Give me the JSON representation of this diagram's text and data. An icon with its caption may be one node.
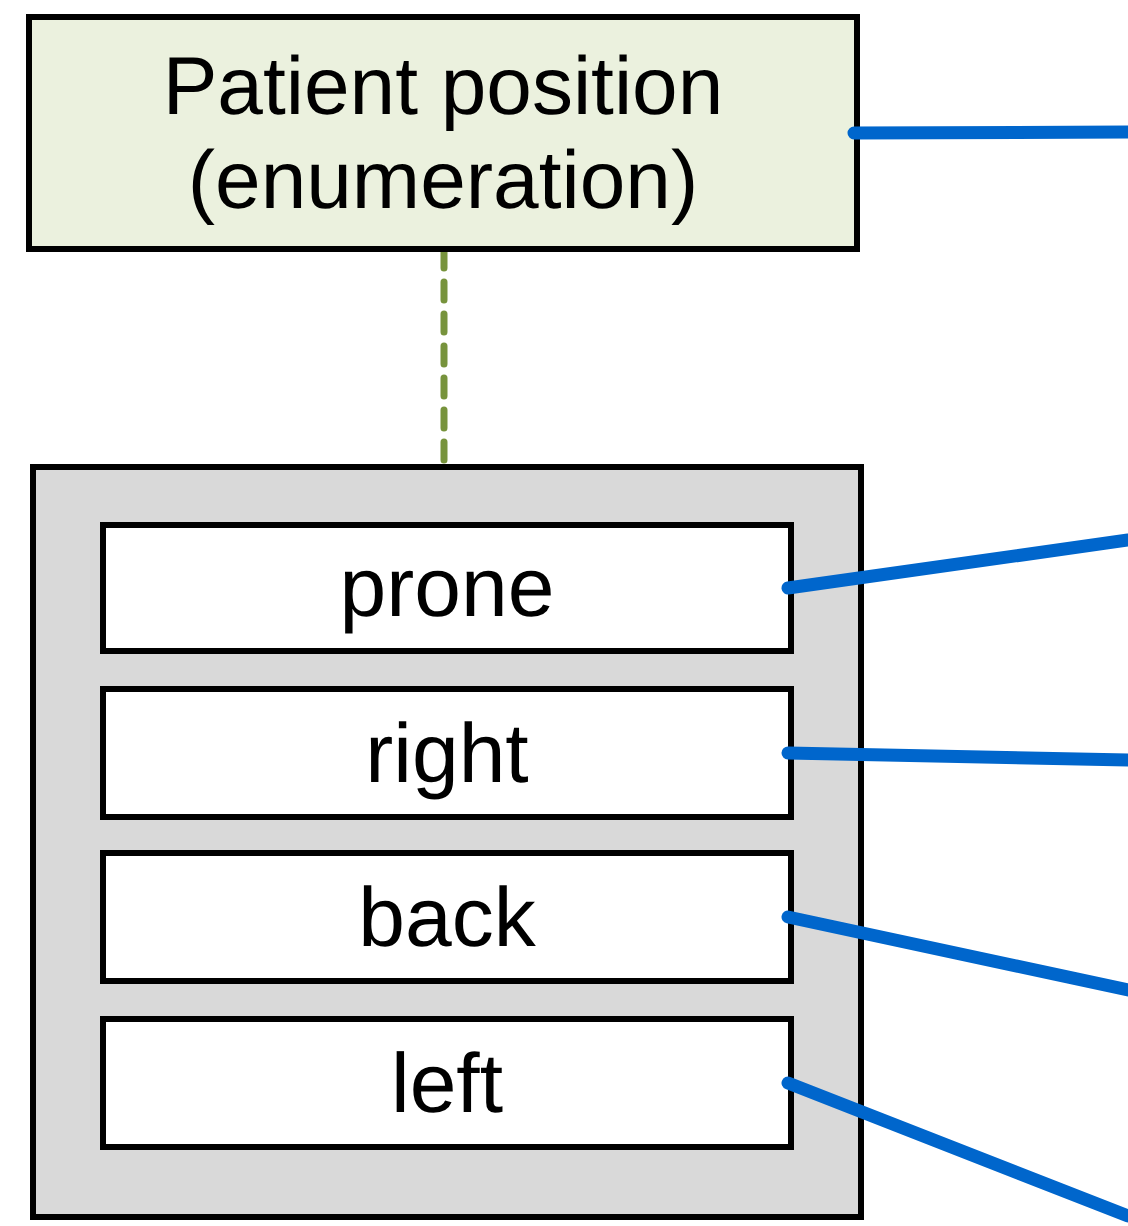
{
  "diagram": {
    "nodes": [
      {
        "text": [
          "Patient position (enumeration)"
        ]
      },
      {
        "text": [],
        "shape": "box"
      },
      {
        "text": [
          "prone"
        ],
        "in": 1
      },
      {
        "text": [
          "right"
        ],
        "in": 1
      },
      {
        "text": [
          "back"
        ],
        "in": 1
      },
      {
        "text": [
          "left"
        ],
        "in": 1
      }
    ],
    "edges": [
      {
        "from": 0,
        "to": 1,
        "arrow": "none",
        "style": "dashed",
        "color": "#77933c"
      },
      {
        "from": 0,
        "to": null,
        "arrow": "none"
      },
      {
        "from": 2,
        "to": null,
        "arrow": "none"
      },
      {
        "from": 3,
        "to": null,
        "arrow": "none"
      },
      {
        "from": 4,
        "to": null,
        "arrow": "none"
      },
      {
        "from": 5,
        "to": null,
        "arrow": "none"
      }
    ]
  }
}
